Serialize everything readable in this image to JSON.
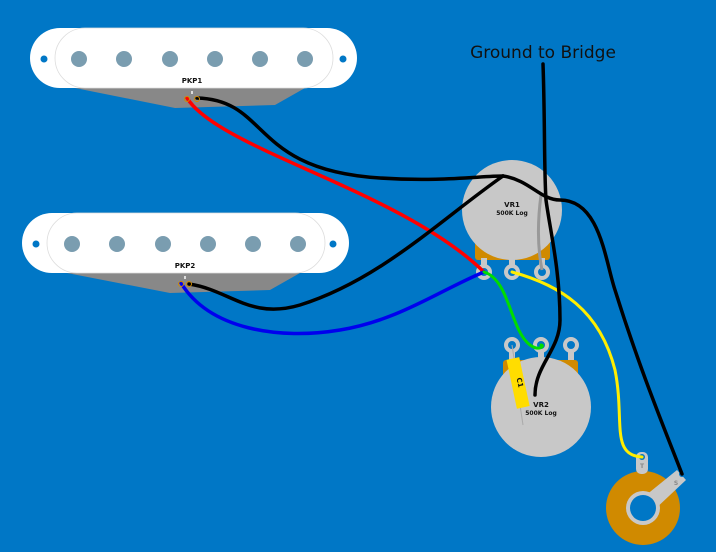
{
  "diagram": {
    "title": "Ground to Bridge",
    "background_color": "#0077c6",
    "pickups": [
      {
        "id": "pkp1",
        "label": "PKP1",
        "pole_count": 6
      },
      {
        "id": "pkp2",
        "label": "PKP2",
        "pole_count": 6
      }
    ],
    "pots": [
      {
        "id": "vr1",
        "label": "VR1",
        "value": "500K Log"
      },
      {
        "id": "vr2",
        "label": "VR2",
        "value": "500K Log"
      }
    ],
    "capacitor": {
      "id": "c1",
      "label": "C1"
    },
    "jack": {
      "tip_label": "T",
      "sleeve_label": "S"
    },
    "wire_colors": {
      "black": "#000000",
      "red": "#ff0000",
      "blue": "#0000ee",
      "green": "#00dd00",
      "yellow": "#ffee00"
    },
    "colors": {
      "pickup_cover": "#ffffff",
      "pickup_base": "#888888",
      "pole_piece": "#7a9db0",
      "pot_body": "#c8c8c8",
      "pot_bracket": "#d08a00",
      "jack_washer": "#d08a00",
      "capacitor": "#ffdd00"
    }
  }
}
